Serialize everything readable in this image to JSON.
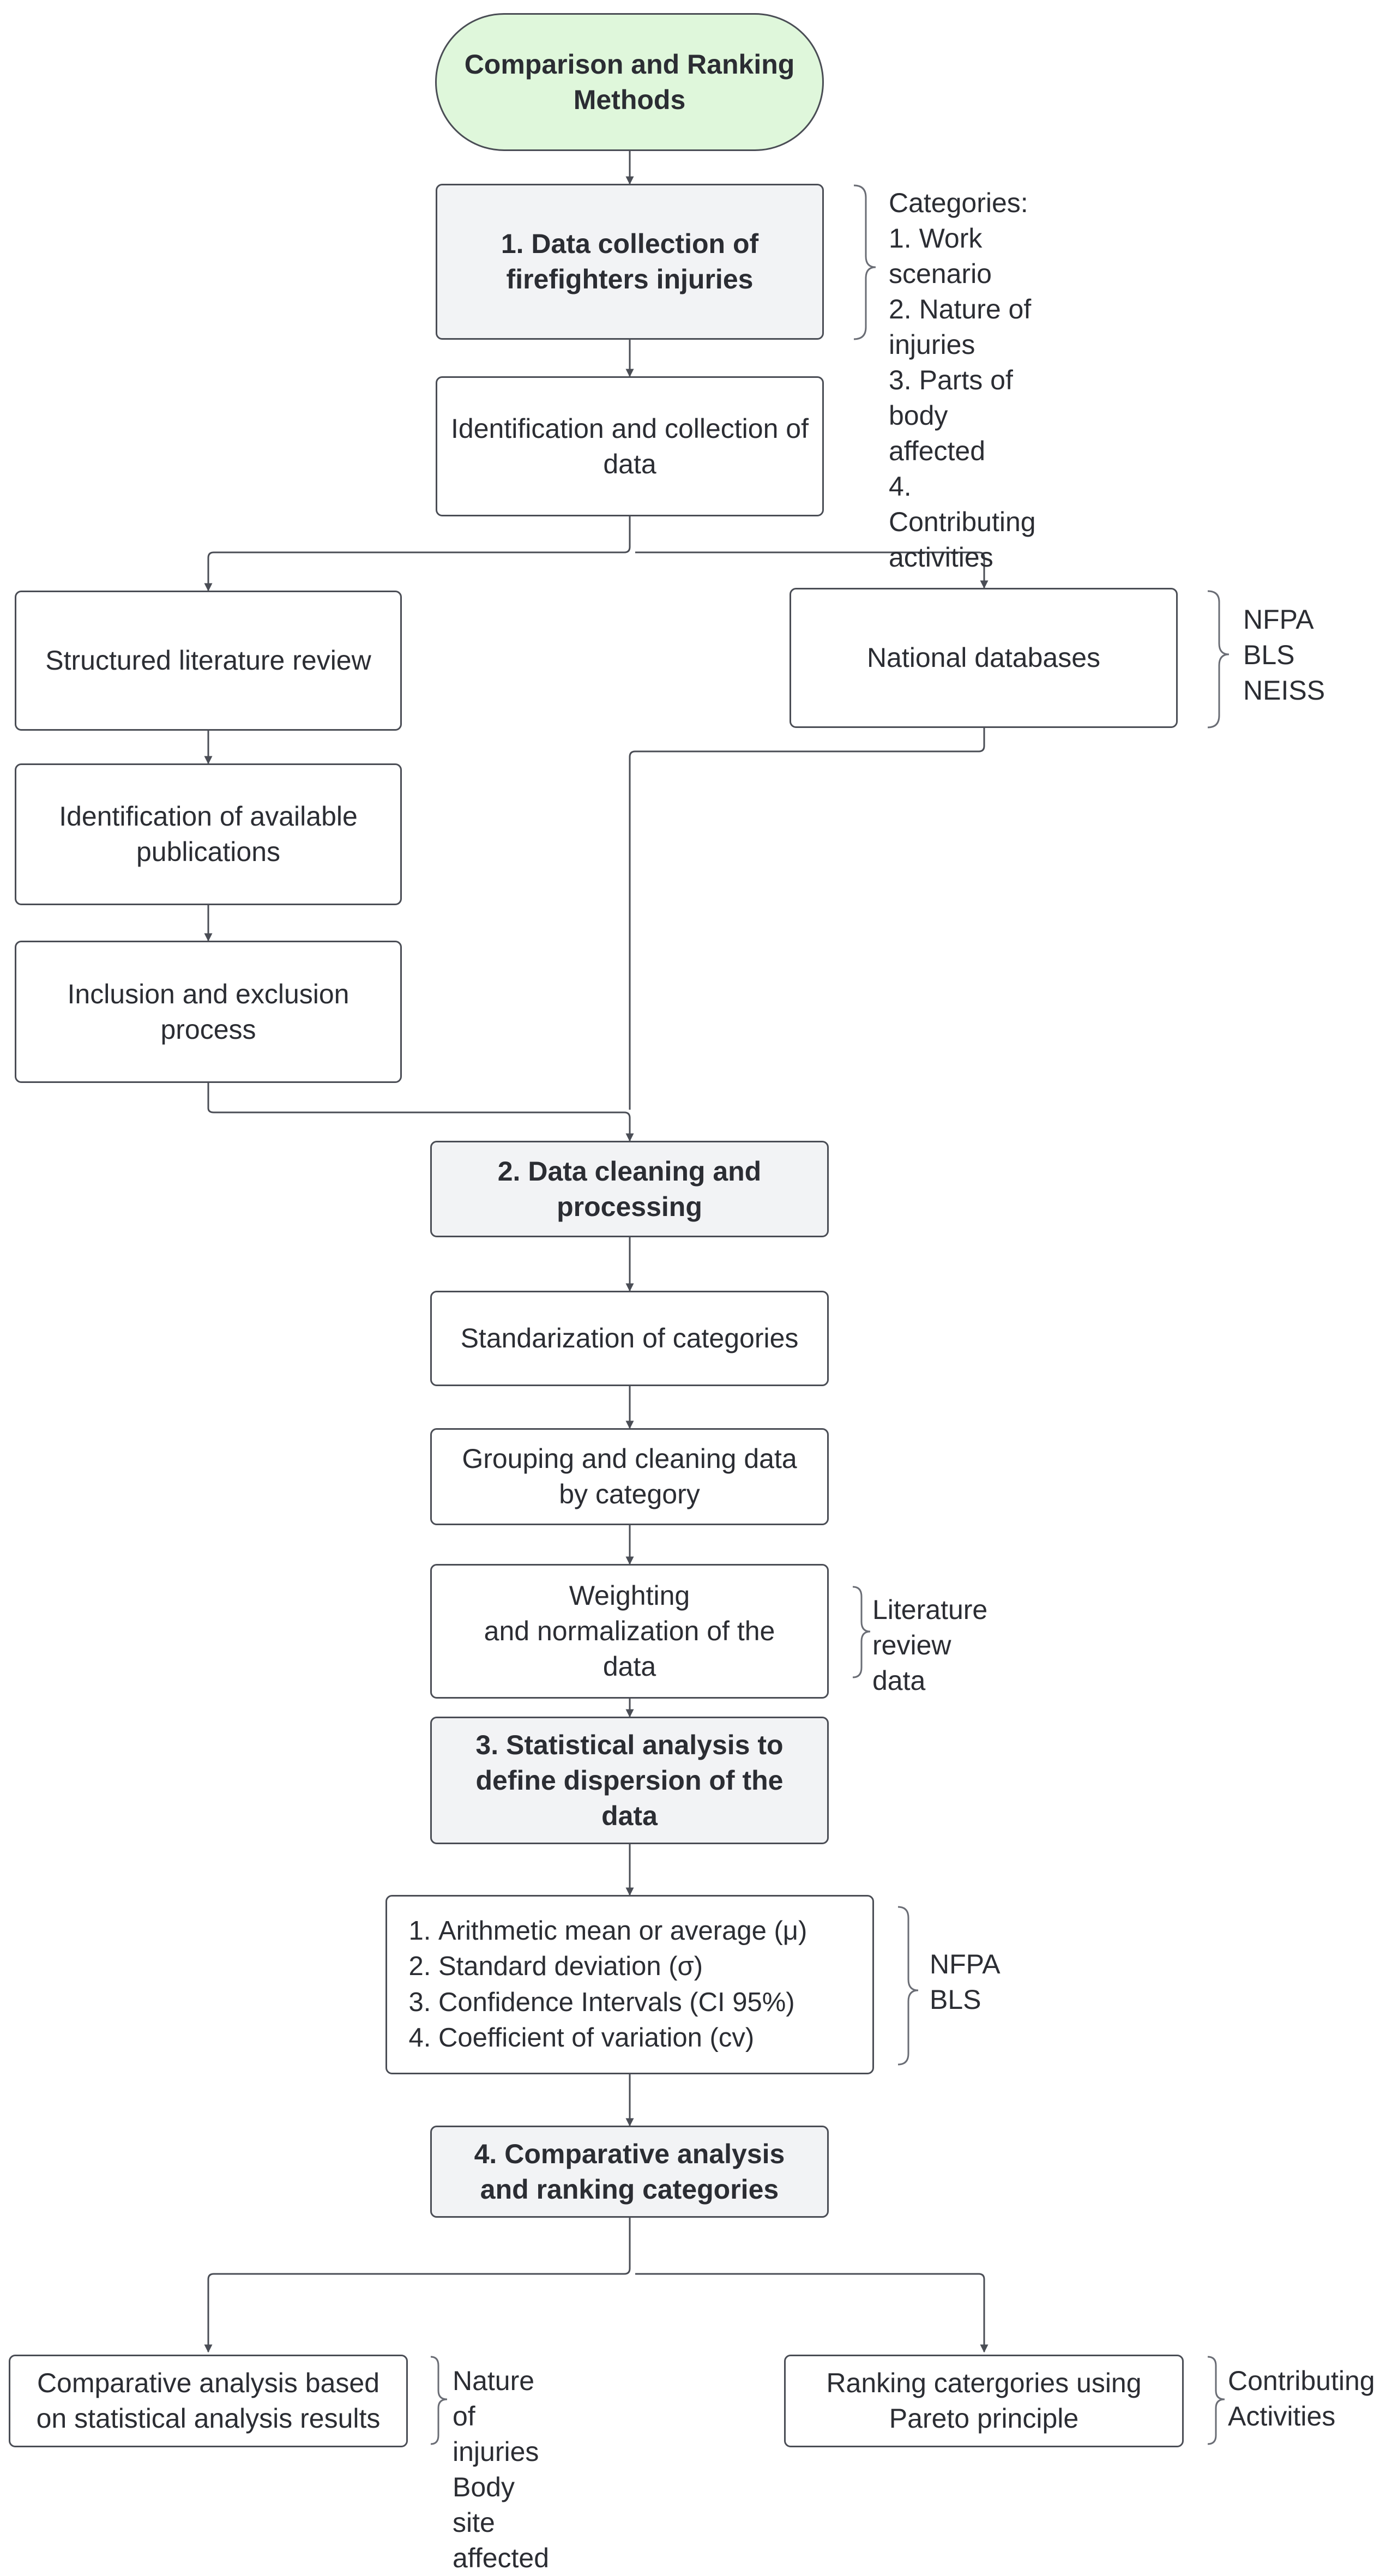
{
  "start": {
    "title": "Comparison and Ranking\nMethods"
  },
  "steps": {
    "s1": "1. Data collection of\nfirefighters injuries",
    "s2": "2.  Data cleaning and\nprocessing",
    "s3": "3. Statistical analysis to\ndefine dispersion of the\ndata",
    "s4": "4. Comparative analysis\nand ranking categories"
  },
  "boxes": {
    "identification": "Identification and collection of\ndata",
    "literature": "Structured literature review",
    "national": "National databases",
    "publications": "Identification of available\npublications",
    "inclusion": "Inclusion and exclusion\nprocess",
    "standardization": "Standarization of categories",
    "grouping": "Grouping and cleaning data\nby category",
    "weighting": "Weighting\nand normalization of the\ndata",
    "comparative": "Comparative analysis based\non statistical analysis results",
    "ranking": "Ranking catergories using\nPareto principle"
  },
  "stats_list": [
    "Arithmetic mean or average (μ)",
    "Standard deviation (σ)",
    "Confidence Intervals (CI 95%)",
    "Coefficient of variation (cv)"
  ],
  "notes": {
    "categories": "Categories:\n1. Work scenario\n2. Nature of injuries\n3. Parts of body affected\n4. Contributing activities",
    "databases": "NFPA\nBLS\nNEISS",
    "literature_data": "Literature\nreview data",
    "stats_sources": "NFPA\nBLS",
    "comparative_scope": "Nature of injuries\nBody site affected",
    "ranking_scope": "Contributing\nActivities"
  },
  "colors": {
    "start_fill": "#dff7db",
    "step_fill": "#f2f3f5",
    "line": "#4a4d55"
  }
}
